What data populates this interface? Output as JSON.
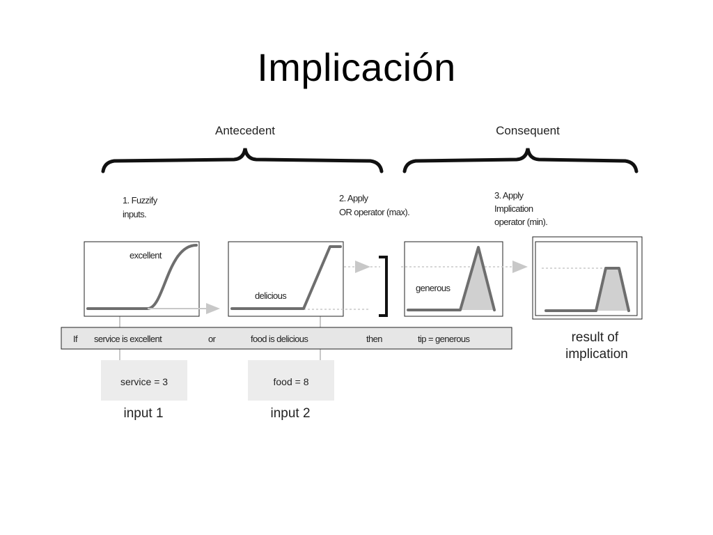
{
  "title": "Implicación",
  "headers": {
    "antecedent": "Antecedent",
    "consequent": "Consequent"
  },
  "steps": {
    "fuzzify": [
      "1. Fuzzify",
      "inputs."
    ],
    "apply_or": [
      "2. Apply",
      "OR operator (max)."
    ],
    "implication": [
      "3. Apply",
      "Implication",
      "operator (min)."
    ]
  },
  "panels": {
    "excellent": "excellent",
    "delicious": "delicious",
    "generous": "generous"
  },
  "rule": {
    "if": "If",
    "clause1": "service is excellent",
    "or": "or",
    "clause2": "food is delicious",
    "then": "then",
    "clause3": "tip = generous"
  },
  "inputs": {
    "input1_value": "service = 3",
    "input1_label": "input 1",
    "input2_value": "food = 8",
    "input2_label": "input 2"
  },
  "result": [
    "result of",
    "implication"
  ],
  "colors": {
    "curve": "#6e6e6e",
    "arrow": "#c8c8c8",
    "fill": "#d0d0d0",
    "rule_bar": "#e6e6e6",
    "input_box": "#ececec"
  }
}
